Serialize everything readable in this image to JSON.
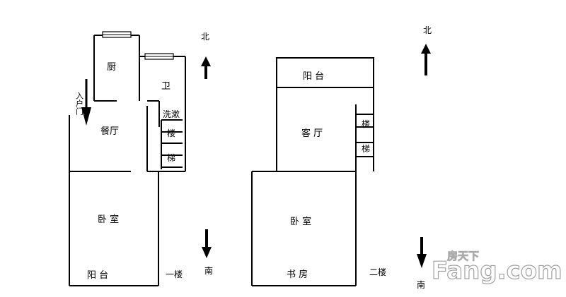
{
  "floor1": {
    "kitchen": "厨",
    "bathroom": "卫",
    "washroom": "洗漱",
    "dining": "餐厅",
    "bedroom": "卧 室",
    "balcony": "阳 台",
    "stair_top": "楼",
    "stair_bottom": "梯",
    "entrance": "入户门",
    "floor_label": "一楼"
  },
  "floor2": {
    "balcony": "阳 台",
    "living": "客 厅",
    "stair_top": "楼",
    "stair_bottom": "梯",
    "bedroom": "卧 室",
    "study": "书 房",
    "floor_label": "二楼"
  },
  "compass": {
    "north": "北",
    "south": "南"
  },
  "watermark": {
    "brand_cn": "房天下",
    "brand_en": "Fang.com"
  }
}
